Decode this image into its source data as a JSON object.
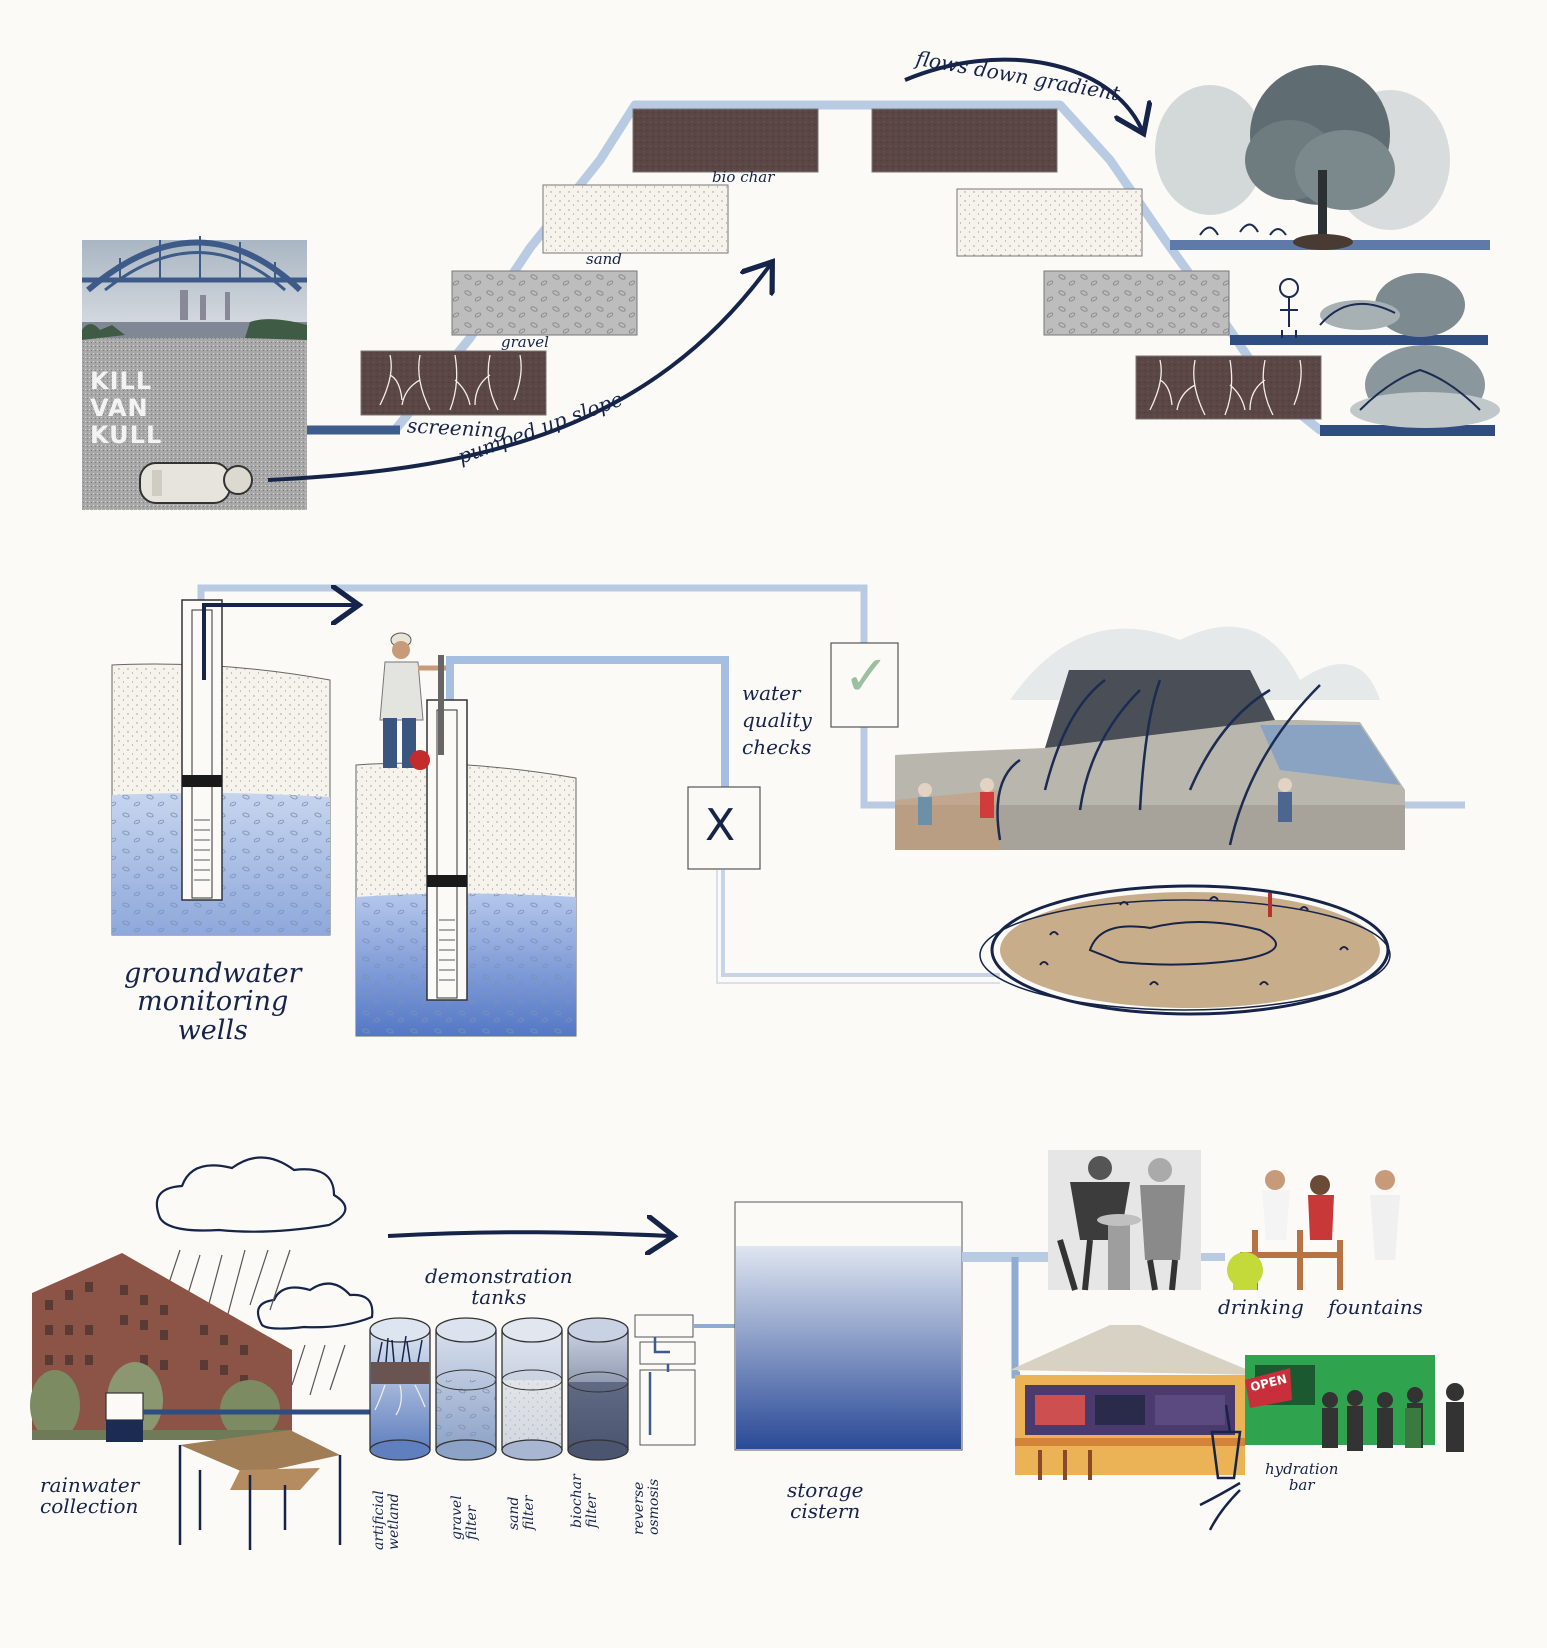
{
  "top_section": {
    "kill_van_kull": "KILL\nVAN\nKULL",
    "layers": {
      "screening": "screening",
      "gravel": "gravel",
      "sand": "sand",
      "biochar": "bio char"
    },
    "pumped_up_slope": "pumped up slope",
    "flows_down_gradient": "flows down gradient"
  },
  "middle_section": {
    "groundwater_wells": "groundwater\nmonitoring\nwells",
    "water_quality_checks": "water\nquality\nchecks",
    "check_mark": "✓",
    "x_mark": "X"
  },
  "bottom_section": {
    "demonstration_tanks": "demonstration\ntanks",
    "rainwater_collection": "rainwater\ncollection",
    "tank_labels": {
      "artificial_wetland": "artificial\nwetland",
      "gravel_filter": "gravel\nfilter",
      "sand_filter": "sand\nfilter",
      "biochar_filter": "biochar\nfilter",
      "reverse_osmosis": "reverse\nosmosis"
    },
    "storage_cistern": "storage\ncistern",
    "drinking_fountains": "drinking fountains",
    "hydration_bar": "hydration\nbar",
    "truck_sign": "OPEN"
  },
  "colors": {
    "navy": "#1c2b52",
    "pipe_light": "#b9cbe3",
    "pipe_mid": "#8fabd2",
    "pipe_dark": "#3e5c8c",
    "biochar": "#5a4644",
    "gravel": "#bcbcbc",
    "sand": "#f3f1ea",
    "water": "#9eb6e0"
  }
}
